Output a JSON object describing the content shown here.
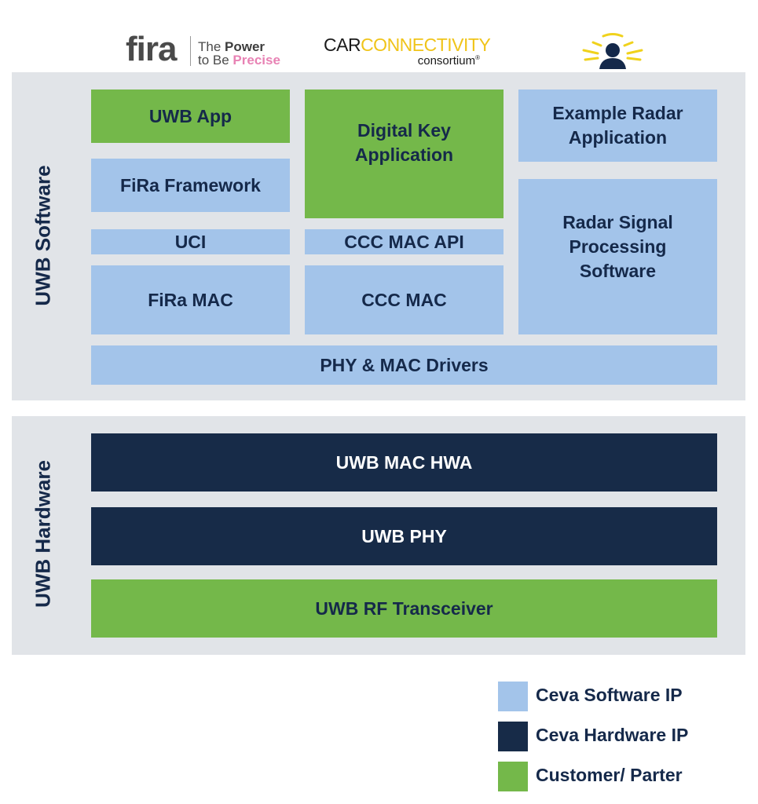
{
  "logos": {
    "fira": {
      "word": "fira",
      "tagline_line1_prefix": "The ",
      "tagline_line1_bold": "Power",
      "tagline_line2_prefix": "to Be ",
      "tagline_line2_highlight": "Precise"
    },
    "ccc": {
      "car": "CAR",
      "connectivity": "CONNECTIVITY",
      "sub": "consortium"
    },
    "radar_icon": "radar-person-icon"
  },
  "software": {
    "label": "UWB Software",
    "blocks": {
      "uwb_app": "UWB App",
      "fira_framework": "FiRa Framework",
      "uci": "UCI",
      "fira_mac": "FiRa MAC",
      "digital_key": "Digital Key\nApplication",
      "ccc_mac_api": "CCC MAC API",
      "ccc_mac": "CCC MAC",
      "example_radar": "Example Radar\nApplication",
      "radar_signal": "Radar Signal\nProcessing\nSoftware",
      "phy_mac_drivers": "PHY & MAC Drivers"
    }
  },
  "hardware": {
    "label": "UWB Hardware",
    "blocks": {
      "mac_hwa": "UWB MAC HWA",
      "phy": "UWB PHY",
      "rf": "UWB RF Transceiver"
    }
  },
  "legend": [
    {
      "label": "Ceva Software IP",
      "color": "#a3c4ea"
    },
    {
      "label": "Ceva Hardware IP",
      "color": "#172b48"
    },
    {
      "label": "Customer/ Parter",
      "color": "#74b84a"
    }
  ],
  "colors": {
    "software_ip": "#a3c4ea",
    "hardware_ip": "#172b48",
    "customer": "#74b84a",
    "panel": "#e1e4e8",
    "text": "#15294a"
  }
}
